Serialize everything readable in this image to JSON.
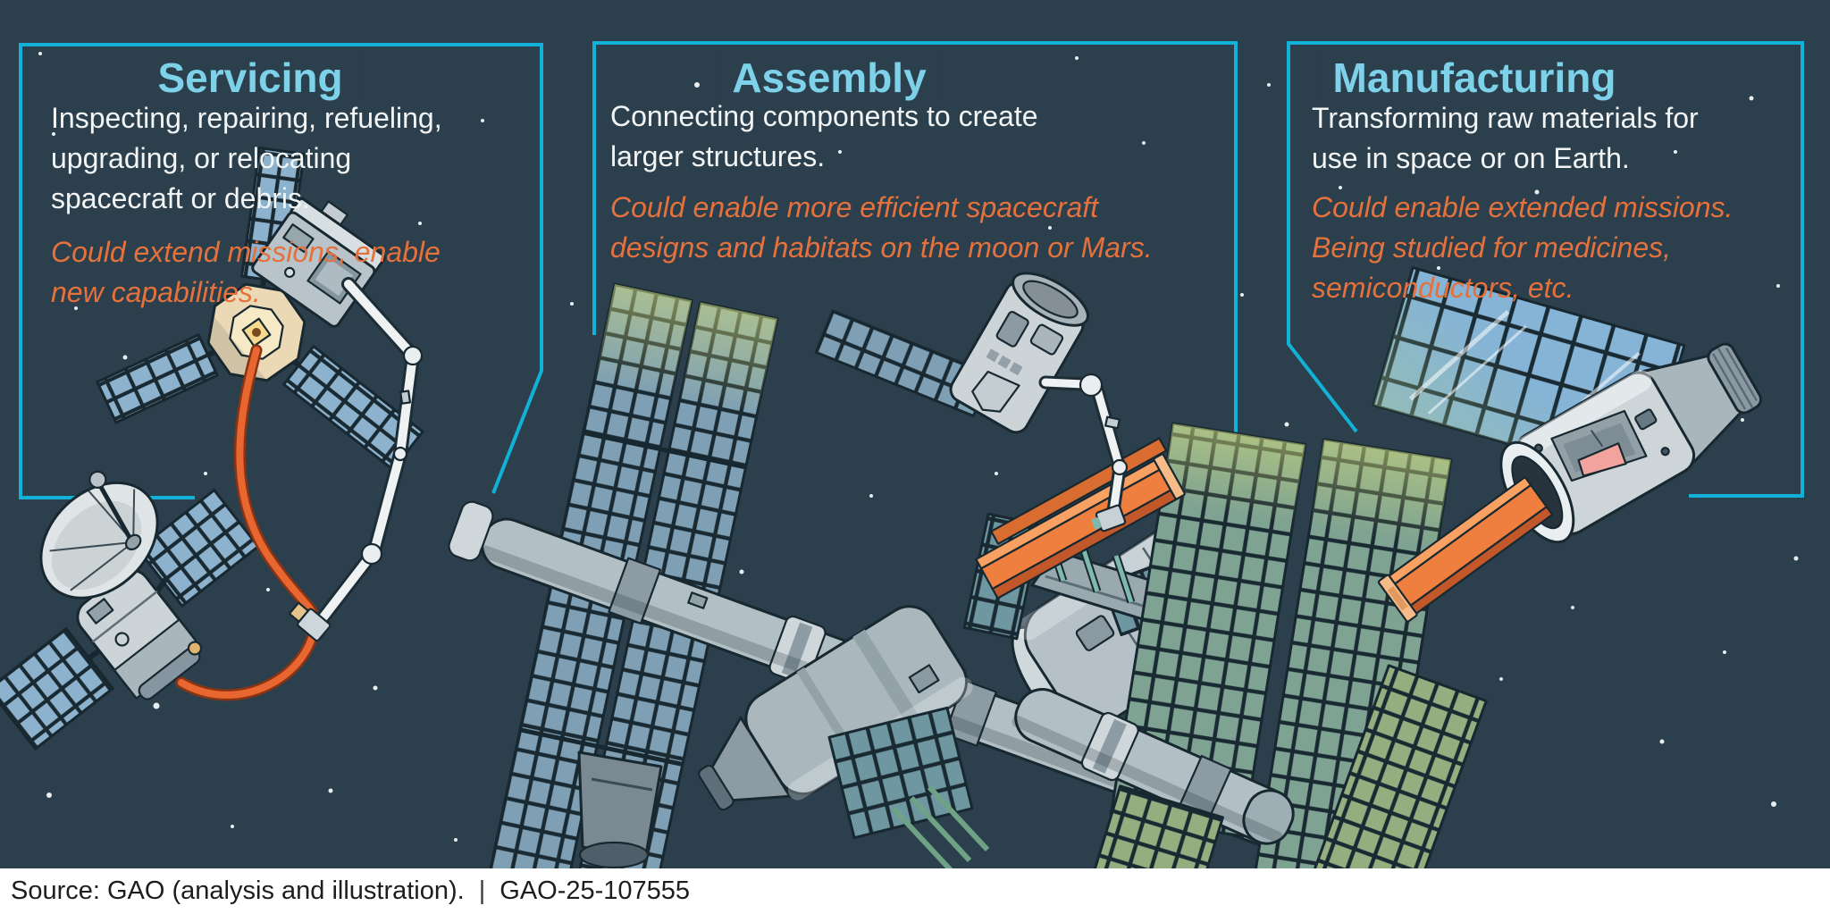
{
  "panels": [
    {
      "id": "servicing",
      "title": "Servicing",
      "description": "Inspecting, repairing, refueling,\nupgrading, or relocating\nspacecraft or debris.",
      "highlight": "Could extend missions, enable\nnew capabilities."
    },
    {
      "id": "assembly",
      "title": "Assembly",
      "description": "Connecting components to create\nlarger structures.",
      "highlight": "Could enable more efficient spacecraft\ndesigns and habitats on the moon or Mars."
    },
    {
      "id": "manufacturing",
      "title": "Manufacturing",
      "description": "Transforming raw materials for\nuse in space or on Earth.",
      "highlight": "Could enable extended missions.\nBeing studied for medicines,\nsemiconductors, etc."
    }
  ],
  "footer": {
    "source": "Source: GAO (analysis and illustration).",
    "separator": "|",
    "report_number": "GAO-25-107555"
  },
  "colors": {
    "background": "#2c3f4c",
    "bracket_line": "#12b1d7",
    "title_cyan": "#7dd2ea",
    "body_text": "#f2f5f5",
    "highlight_orange": "#e5713c",
    "beam_orange": "#ee7f3f",
    "footer_background": "#ffffff",
    "footer_text": "#1d1d1d"
  }
}
